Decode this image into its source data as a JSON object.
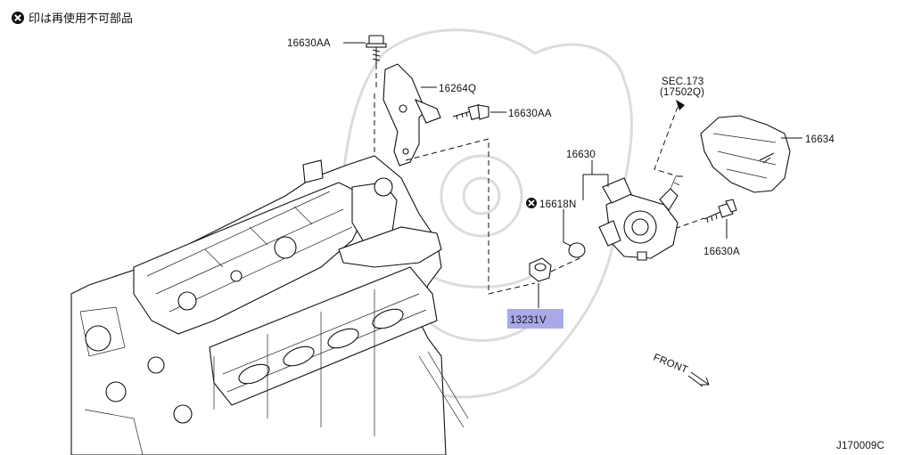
{
  "legend": {
    "symbol": "✕",
    "text": "印は再使用不可部品"
  },
  "labels": {
    "bolt_top": "16630AA",
    "bracket": "16264Q",
    "bolt_mid": "16630AA",
    "sec": "SEC.173",
    "sec_ref": "(17502Q)",
    "pump": "16630",
    "cover": "16634",
    "oring": "16618N",
    "bolt_right": "16630A",
    "highlight": "13231V",
    "front": "FRONT"
  },
  "diagram_code": "J170009C",
  "colors": {
    "highlight_bg": "#a9a9e8",
    "ink": "#111111"
  }
}
